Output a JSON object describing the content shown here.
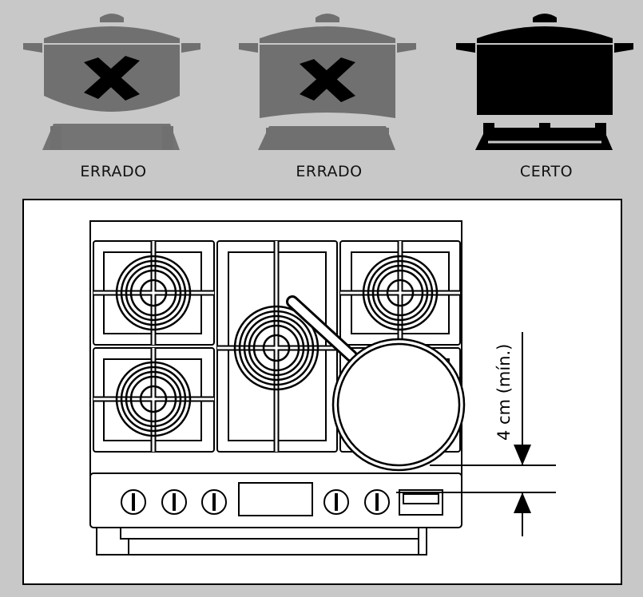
{
  "pots": [
    {
      "label": "ERRADO",
      "state": "wrong",
      "color": "#707070",
      "icon": "cross-icon"
    },
    {
      "label": "ERRADO",
      "state": "wrong",
      "color": "#707070",
      "icon": "cross-icon"
    },
    {
      "label": "CERTO",
      "state": "right",
      "color": "#000000"
    }
  ],
  "stove": {
    "clearance_label": "4 cm (mín.)"
  }
}
